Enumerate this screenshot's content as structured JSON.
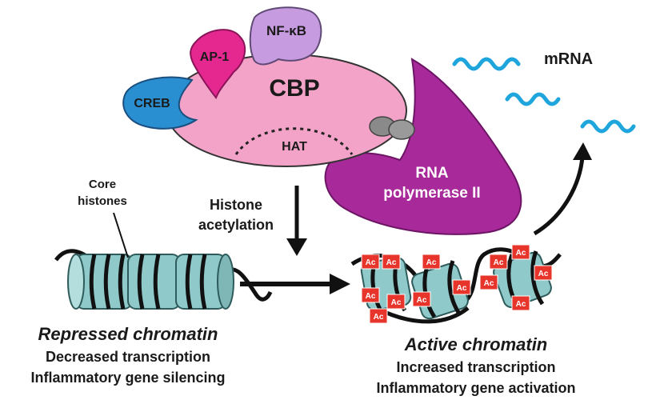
{
  "proteins": {
    "cbp": "CBP",
    "hat": "HAT",
    "creb": "CREB",
    "ap1": "AP-1",
    "nfkb": "NF-κB",
    "rna_pol": [
      "RNA",
      "polymerase II"
    ]
  },
  "mrna_label": "mRNA",
  "process_label": [
    "Histone",
    "acetylation"
  ],
  "core_histones_label": [
    "Core",
    "histones"
  ],
  "acetyl_tag": "Ac",
  "repressed": {
    "title": "Repressed chromatin",
    "line1": "Decreased transcription",
    "line2": "Inflammatory gene silencing"
  },
  "active": {
    "title": "Active chromatin",
    "line1": "Increased transcription",
    "line2": "Inflammatory gene activation"
  },
  "colors": {
    "cbp": "#f4a3c8",
    "creb": "#2a8fd0",
    "ap1": "#e5288f",
    "nfkb": "#c79be0",
    "rna_pol": "#a82a9a",
    "mrna": "#1ea6dc",
    "histone": "#8fc9c9",
    "acetyl": "#e8352b"
  }
}
